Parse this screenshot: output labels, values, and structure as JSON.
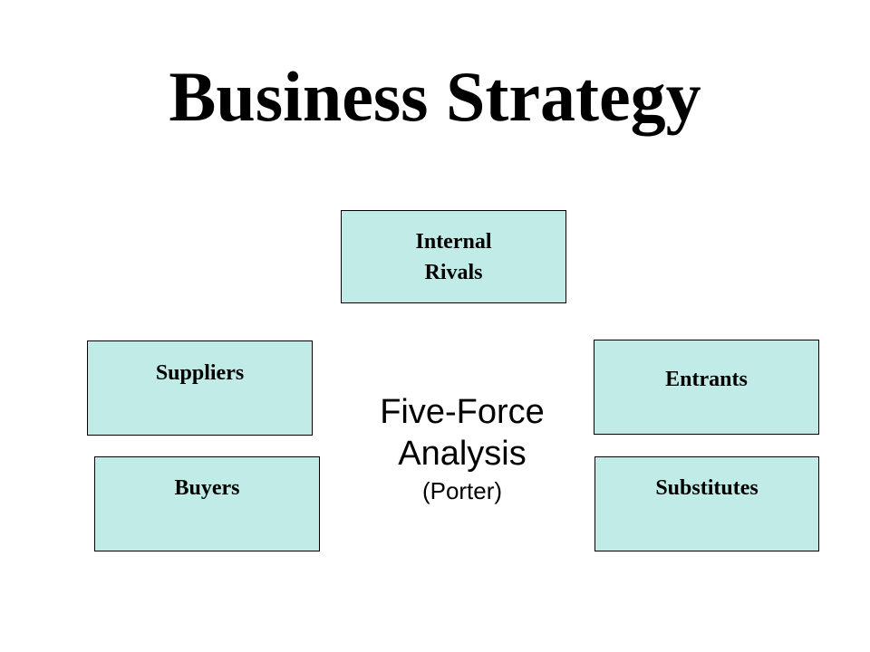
{
  "slide": {
    "title": "Business Strategy"
  },
  "colors": {
    "box_fill": "#c0ebe6",
    "box_border": "#000000",
    "text": "#000000"
  },
  "center": {
    "line1": "Five-Force",
    "line2": "Analysis",
    "line3": "(Porter)"
  },
  "forces": {
    "internal": {
      "line1": "Internal",
      "line2": "Rivals"
    },
    "suppliers": {
      "label": "Suppliers"
    },
    "buyers": {
      "label": "Buyers"
    },
    "entrants": {
      "label": "Entrants"
    },
    "substitutes": {
      "label": "Substitutes"
    }
  }
}
